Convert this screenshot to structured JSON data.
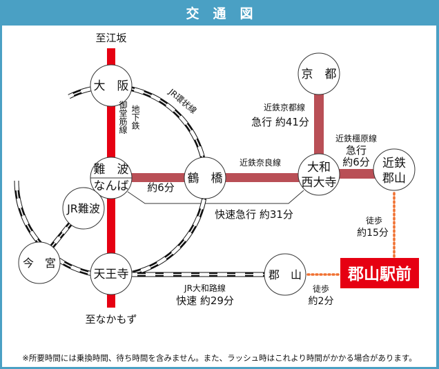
{
  "header": {
    "title": "交通図"
  },
  "colors": {
    "subway": "#e60012",
    "kintetsu": "#b94f56",
    "walk": "#f07030",
    "frame": "#4aa0c4",
    "destination": "#e60012"
  },
  "stations": {
    "osaka": "大　阪",
    "namba_kanji": "難　波",
    "namba_kana": "なんば",
    "tsuruhashi": "鶴　橋",
    "jr_namba": "JR難波",
    "imamiya": "今　宮",
    "tennoji": "天王寺",
    "kyoto": "京　都",
    "saidaiji_1": "大和",
    "saidaiji_2": "西大寺",
    "kintetsu_koriyama_1": "近鉄",
    "kintetsu_koriyama_2": "郡山",
    "koriyama": "郡　山",
    "destination": "郡山駅前"
  },
  "labels": {
    "to_esaka": "至江坂",
    "to_nakamozu": "至なかもず",
    "jr_loop": "JR環状線",
    "subway_1": "地下鉄",
    "subway_2": "御堂筋線",
    "namba_tsuruhashi_time": "約6分",
    "nara_line": "近鉄奈良線",
    "rapid_express": "快速急行 約31分",
    "kyoto_line": "近鉄京都線",
    "kyoto_express": "急行 約41分",
    "kashihara_line": "近鉄橿原線",
    "kashihara_express": "急行",
    "kashihara_time": "約6分",
    "walk_1": "徒歩",
    "walk_1_time": "約15分",
    "yamatoji_line": "JR大和路線",
    "yamatoji_rapid": "快速 約29分",
    "walk_2": "徒歩",
    "walk_2_time": "約2分"
  },
  "footnote": "※所要時間には乗換時間、待ち時間を含みません。また、ラッシュ時はこれより時間がかかる場合があります。"
}
